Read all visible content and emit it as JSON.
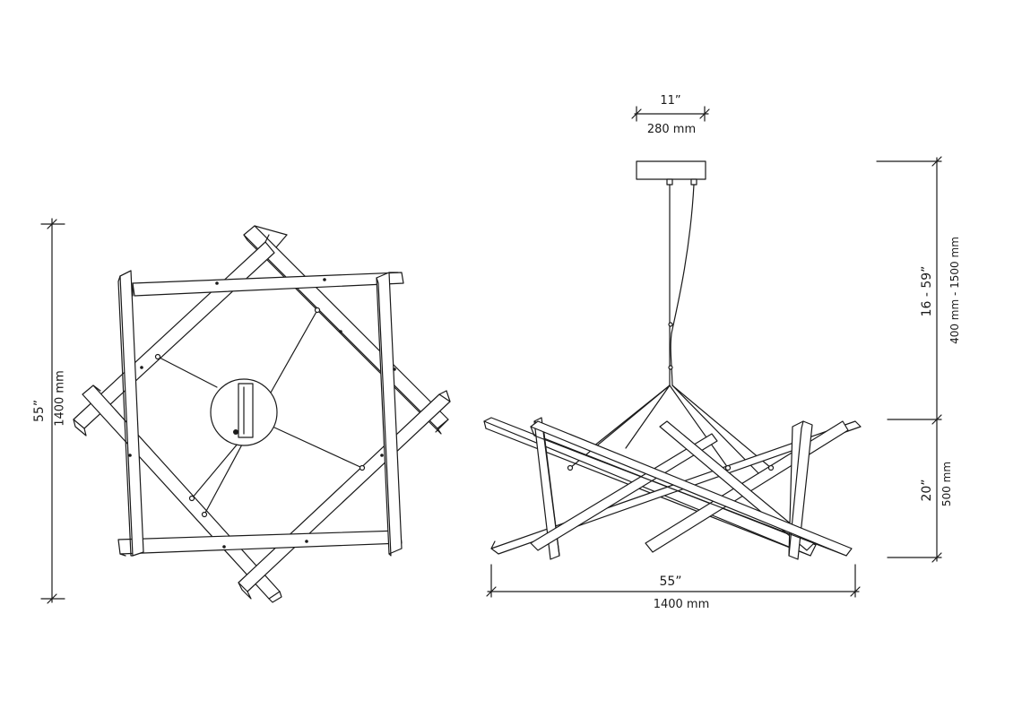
{
  "top_view": {
    "height_inch": "55”",
    "height_mm": "1400 mm"
  },
  "side_view": {
    "canopy_width_inch": "11”",
    "canopy_width_mm": "280 mm",
    "suspension_range_inch": "16 - 59”",
    "suspension_range_mm": "400 mm - 1500 mm",
    "fixture_height_inch": "20”",
    "fixture_height_mm": "500 mm",
    "width_inch": "55”",
    "width_mm": "1400 mm"
  },
  "colors": {
    "line": "#1a1a1a",
    "background": "#ffffff"
  }
}
